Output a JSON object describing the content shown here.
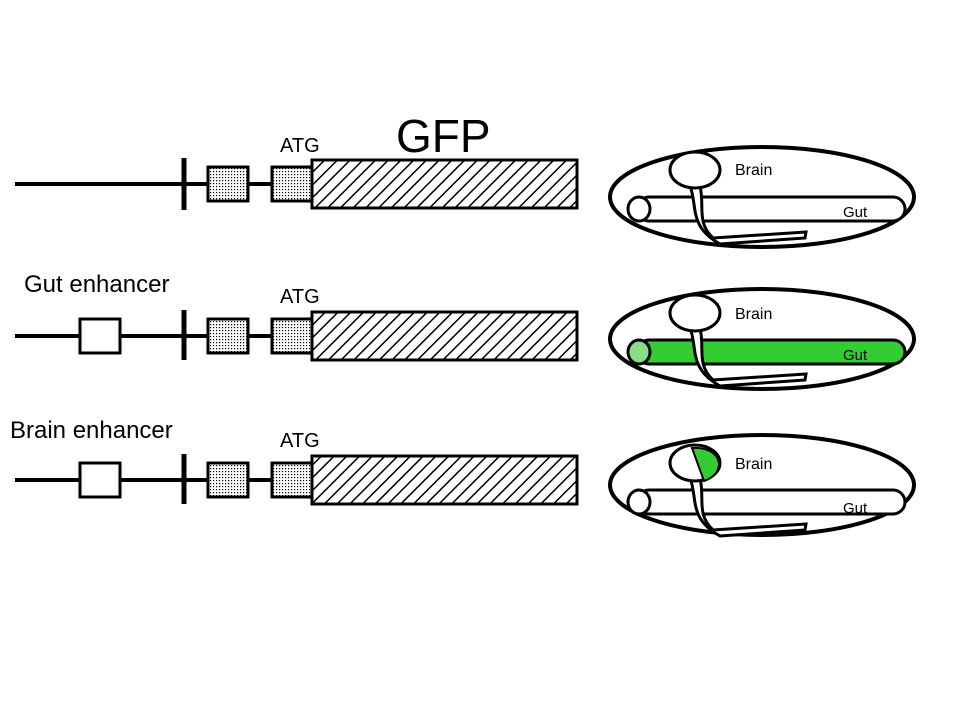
{
  "title": "GFP",
  "colors": {
    "line": "#000000",
    "expression": "#33cc33",
    "expression_light": "#88dd88",
    "background": "#ffffff"
  },
  "constructs": [
    {
      "enhancer_label": "",
      "has_enhancer": false,
      "atg_label": "ATG",
      "embryo": {
        "brain_label": "Brain",
        "gut_label": "Gut",
        "gut_expressed": false,
        "brain_expressed": false
      }
    },
    {
      "enhancer_label": "Gut enhancer",
      "has_enhancer": true,
      "atg_label": "ATG",
      "embryo": {
        "brain_label": "Brain",
        "gut_label": "Gut",
        "gut_expressed": true,
        "brain_expressed": false
      }
    },
    {
      "enhancer_label": "Brain enhancer",
      "has_enhancer": true,
      "atg_label": "ATG",
      "embryo": {
        "brain_label": "Brain",
        "gut_label": "Gut",
        "gut_expressed": false,
        "brain_expressed": true
      }
    }
  ]
}
